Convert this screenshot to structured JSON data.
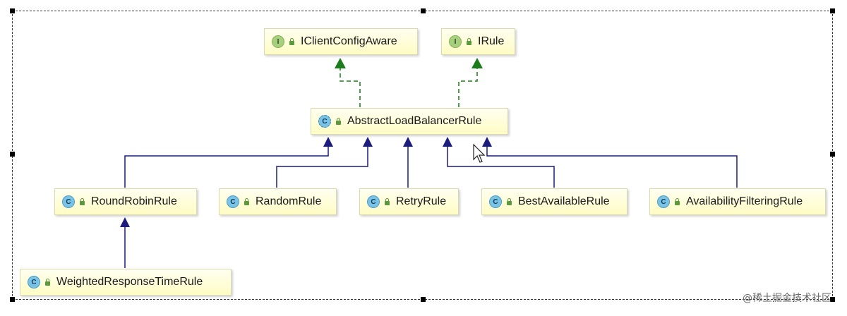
{
  "diagram": {
    "nodes": [
      {
        "id": "iclientconfigaware",
        "kind": "interface",
        "badge": "I",
        "label": "IClientConfigAware"
      },
      {
        "id": "irule",
        "kind": "interface",
        "badge": "I",
        "label": "IRule"
      },
      {
        "id": "abstract",
        "kind": "abstract",
        "badge": "C",
        "label": "AbstractLoadBalancerRule"
      },
      {
        "id": "roundrobin",
        "kind": "class",
        "badge": "C",
        "label": "RoundRobinRule"
      },
      {
        "id": "random",
        "kind": "class",
        "badge": "C",
        "label": "RandomRule"
      },
      {
        "id": "retry",
        "kind": "class",
        "badge": "C",
        "label": "RetryRule"
      },
      {
        "id": "bestavailable",
        "kind": "class",
        "badge": "C",
        "label": "BestAvailableRule"
      },
      {
        "id": "availability",
        "kind": "class",
        "badge": "C",
        "label": "AvailabilityFilteringRule"
      },
      {
        "id": "weighted",
        "kind": "class",
        "badge": "C",
        "label": "WeightedResponseTimeRule"
      }
    ],
    "edges": [
      {
        "from": "abstract",
        "to": "iclientconfigaware",
        "type": "implements"
      },
      {
        "from": "abstract",
        "to": "irule",
        "type": "implements"
      },
      {
        "from": "roundrobin",
        "to": "abstract",
        "type": "extends"
      },
      {
        "from": "random",
        "to": "abstract",
        "type": "extends"
      },
      {
        "from": "retry",
        "to": "abstract",
        "type": "extends"
      },
      {
        "from": "bestavailable",
        "to": "abstract",
        "type": "extends"
      },
      {
        "from": "availability",
        "to": "abstract",
        "type": "extends"
      },
      {
        "from": "weighted",
        "to": "roundrobin",
        "type": "extends"
      }
    ],
    "colors": {
      "implements": "#1a7d1a",
      "extends": "#1c1c7c"
    }
  },
  "watermark": "@稀土掘金技术社区"
}
